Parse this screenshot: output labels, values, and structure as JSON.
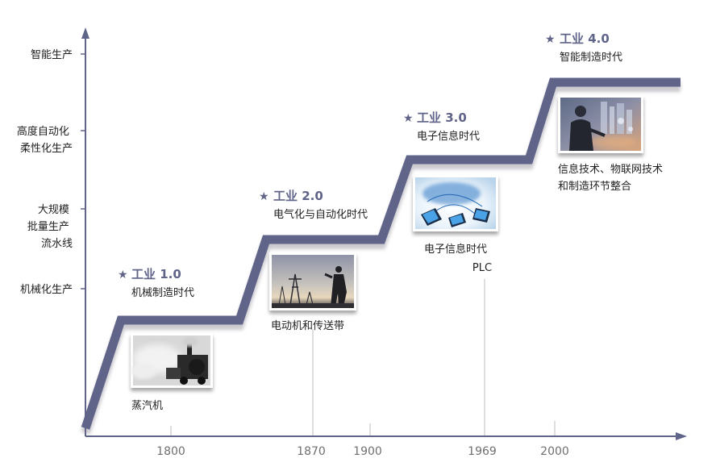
{
  "y_axis_labels": [
    {
      "lines": [
        "智能生产"
      ]
    },
    {
      "lines": [
        "高度自动化",
        "柔性化生产"
      ]
    },
    {
      "lines": [
        "大规模",
        "批量生产",
        "流水线"
      ]
    },
    {
      "lines": [
        "机械化生产"
      ]
    }
  ],
  "x_axis_years": [
    "1800",
    "1870",
    "1900",
    "1969",
    "2000"
  ],
  "stages": [
    {
      "star": "★",
      "title": "工业 1.0",
      "subtitle": "机械制造时代",
      "caption": [
        "蒸汽机"
      ],
      "image": "steam-locomotive-photo"
    },
    {
      "star": "★",
      "title": "工业 2.0",
      "subtitle": "电气化与自动化时代",
      "caption": [
        "电动机和传送带"
      ],
      "image": "power-tower-worker-photo"
    },
    {
      "star": "★",
      "title": "工业 3.0",
      "subtitle": "电子信息时代",
      "caption": [
        "电子信息时代",
        "PLC"
      ],
      "image": "networked-laptops-photo"
    },
    {
      "star": "★",
      "title": "工业 4.0",
      "subtitle": "智能制造时代",
      "caption": [
        "信息技术、物联网技术",
        "和制造环节整合"
      ],
      "image": "smart-city-business-photo"
    }
  ],
  "colors": {
    "staircase": "#5f6488",
    "axis": "#5f6488",
    "title": "#5f6488",
    "text": "#1f1f1f",
    "year": "#6f6f6f",
    "guide_line": "#bdbdbd"
  }
}
